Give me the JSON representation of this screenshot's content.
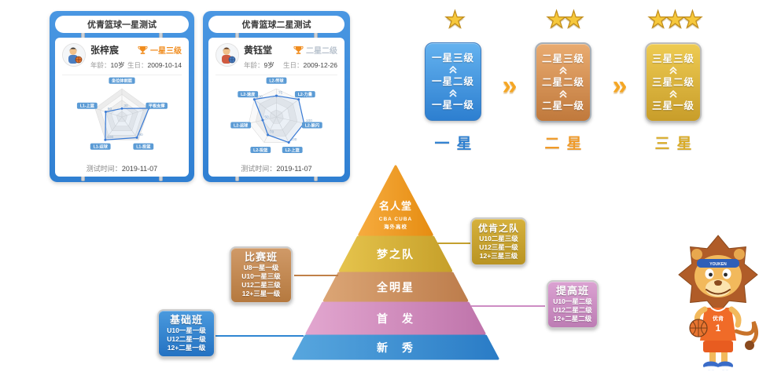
{
  "cards": [
    {
      "title": "优青篮球一星测试",
      "player": {
        "name": "张梓宸",
        "age_label": "年龄：",
        "age": "10岁",
        "birth_label": "生日：",
        "birth": "2009-10-14"
      },
      "badge": {
        "level": "一星三级",
        "color": "#f08c1e"
      },
      "footer_label": "测试时间：",
      "footer_date": "2019-11-07",
      "radar": {
        "axes": [
          "坐位体前屈",
          "平板支撑",
          "L1-投篮",
          "L1-运球",
          "L1-上篮"
        ],
        "values": [
          30,
          100,
          90,
          100,
          60
        ],
        "max": 100,
        "rings": 5
      }
    },
    {
      "title": "优青篮球二星测试",
      "player": {
        "name": "黄钰堂",
        "age_label": "年龄：",
        "age": "9岁",
        "birth_label": "生日：",
        "birth": "2009-12-26"
      },
      "badge": {
        "level": "二星二级",
        "color": "#b9c3ce"
      },
      "footer_label": "测试时间：",
      "footer_date": "2019-11-07",
      "radar": {
        "axes": [
          "L2-传球",
          "L2-力量",
          "L2-躲闪",
          "L2-上篮",
          "L2-投篮",
          "L2-运球",
          "L2-速度"
        ],
        "values": [
          75,
          100,
          100,
          100,
          70,
          50,
          100
        ],
        "max": 100,
        "rings": 4
      }
    }
  ],
  "star_ladder": {
    "arrow_glyph": "»",
    "columns": [
      {
        "stars": 1,
        "levels": [
          "一星三级",
          "一星二级",
          "一星一级"
        ],
        "label": "一星",
        "card_color": "#2d7fd0"
      },
      {
        "stars": 2,
        "levels": [
          "二星三级",
          "二星二级",
          "二星一级"
        ],
        "label": "二星",
        "card_color": "#c0793c"
      },
      {
        "stars": 3,
        "levels": [
          "三星三级",
          "三星二级",
          "三星一级"
        ],
        "label": "三星",
        "card_color": "#c89d2a"
      }
    ]
  },
  "pyramid": {
    "tiers": [
      {
        "label": "名人堂",
        "sub1": "CBA  CUBA",
        "sub2": "海外高校",
        "color": "#ed9722"
      },
      {
        "label": "梦之队",
        "color": "#d4ac2e"
      },
      {
        "label": "全明星",
        "color": "#c98e5e"
      },
      {
        "label": "首　发",
        "color": "#cf8ac0"
      },
      {
        "label": "新　秀",
        "color": "#2f86cc"
      }
    ]
  },
  "callouts": [
    {
      "title": "比赛班",
      "lines": [
        "U8一星一级",
        "U10一星三级",
        "U12二星三级",
        "12+三星一级"
      ],
      "color": "#c08048"
    },
    {
      "title": "基础班",
      "lines": [
        "U10一星一级",
        "U12二星一级",
        "12+二星一级"
      ],
      "color": "#2f86d2"
    },
    {
      "title": "优肯之队",
      "lines": [
        "U10二星三级",
        "U12三星一级",
        "12+三星三级"
      ],
      "color": "#c4a02e"
    },
    {
      "title": "提高班",
      "lines": [
        "U10一星二级",
        "U12二星二级",
        "12+二星二级"
      ],
      "color": "#cd8cc4"
    }
  ],
  "mascot": {
    "headband_text": "YOUKEN",
    "jersey_text": "优肯",
    "jersey_number": "1"
  },
  "chart_data": [
    {
      "type": "radar",
      "title": "优青篮球一星测试",
      "categories": [
        "坐位体前屈",
        "平板支撑",
        "L1-投篮",
        "L1-运球",
        "L1-上篮"
      ],
      "values": [
        30,
        100,
        90,
        100,
        60
      ],
      "range": [
        0,
        100
      ],
      "rings": 5
    },
    {
      "type": "radar",
      "title": "优青篮球二星测试",
      "categories": [
        "L2-传球",
        "L2-力量",
        "L2-躲闪",
        "L2-上篮",
        "L2-投篮",
        "L2-运球",
        "L2-速度"
      ],
      "values": [
        75,
        100,
        100,
        100,
        70,
        50,
        100
      ],
      "range": [
        0,
        100
      ],
      "rings": 4
    }
  ]
}
